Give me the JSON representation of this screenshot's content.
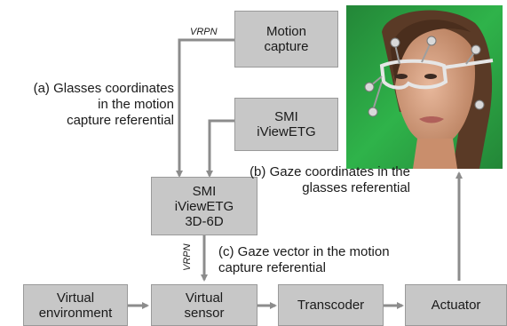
{
  "diagram": {
    "boxes": {
      "motion_capture": "Motion\ncapture",
      "smi_iviewetg": "SMI\niViewETG",
      "smi_iviewetg_3d6d": "SMI\niViewETG\n3D-6D",
      "virtual_environment": "Virtual\nenvironment",
      "virtual_sensor": "Virtual\nsensor",
      "transcoder": "Transcoder",
      "actuator": "Actuator"
    },
    "labels": {
      "a": "(a) Glasses coordinates\nin the motion\ncapture referential",
      "b": "(b) Gaze coordinates in the\nglasses referential",
      "c": "(c) Gaze vector in the motion\ncapture referential"
    },
    "protocols": {
      "top": "VRPN",
      "side": "VRPN"
    }
  },
  "colors": {
    "box_fill": "#c7c7c7",
    "box_border": "#9a9a9a",
    "arrow": "#8c8c8c",
    "photo_background": "#2fb34a"
  },
  "image": {
    "subject": "photo of a woman wearing eye-tracking glasses with motion-capture markers, green background"
  }
}
